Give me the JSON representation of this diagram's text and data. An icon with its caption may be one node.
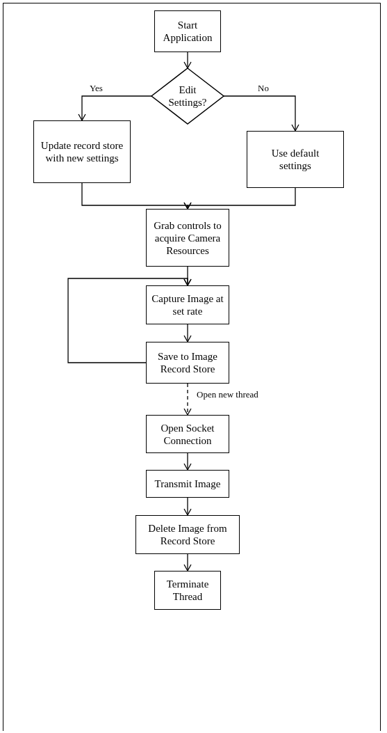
{
  "diagram": {
    "nodes": [
      {
        "text": [
          "Start Application"
        ]
      },
      {
        "text": [
          "Edit Settings?"
        ]
      },
      {
        "text": [
          "Update record store with new settings"
        ]
      },
      {
        "text": [
          "Use default settings"
        ]
      },
      {
        "text": [
          "Grab controls to acquire Camera Resources"
        ]
      },
      {
        "text": [
          "Capture Image at set rate"
        ]
      },
      {
        "text": [
          "Save to Image Record Store"
        ]
      },
      {
        "text": [
          "Open Socket Connection"
        ]
      },
      {
        "text": [
          "Transmit Image"
        ]
      },
      {
        "text": [
          "Delete Image from Record Store"
        ]
      },
      {
        "text": [
          "Terminate Thread"
        ]
      }
    ],
    "edges": [
      {
        "from": 0,
        "to": 1,
        "arrow": "to"
      },
      {
        "from": 1,
        "to": 2,
        "arrow": "to",
        "label": "Yes"
      },
      {
        "from": 1,
        "to": 3,
        "arrow": "to",
        "label": "No"
      },
      {
        "from": 2,
        "to": 4,
        "arrow": "to"
      },
      {
        "from": 3,
        "to": 4,
        "arrow": "to"
      },
      {
        "from": 4,
        "to": 5,
        "arrow": "to"
      },
      {
        "from": 5,
        "to": 6,
        "arrow": "to"
      },
      {
        "from": 6,
        "to": 5,
        "arrow": "to"
      },
      {
        "from": 6,
        "to": 7,
        "arrow": "to",
        "style": "dashed",
        "label": "Open new thread"
      },
      {
        "from": 7,
        "to": 8,
        "arrow": "to"
      },
      {
        "from": 8,
        "to": 9,
        "arrow": "to"
      },
      {
        "from": 9,
        "to": 10,
        "arrow": "to"
      }
    ]
  }
}
